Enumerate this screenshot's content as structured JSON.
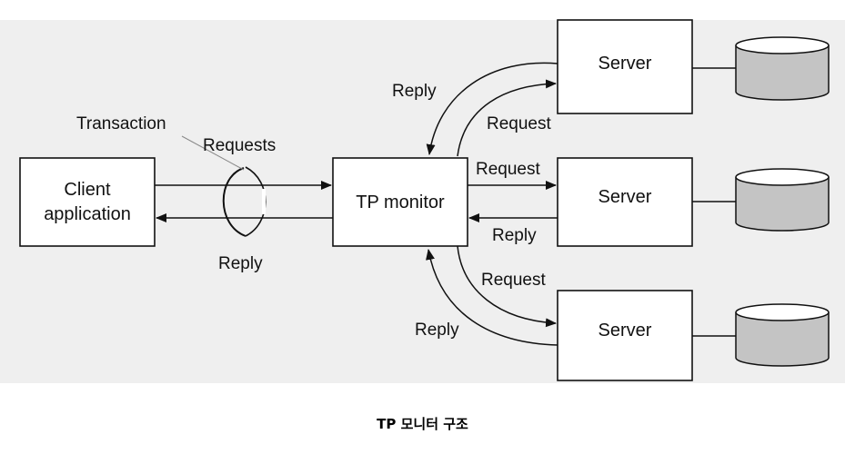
{
  "diagram": {
    "client_label_line1": "Client",
    "client_label_line2": "application",
    "monitor_label": "TP monitor",
    "server_label": "Server",
    "transaction_label": "Transaction",
    "requests_label": "Requests",
    "reply_label": "Reply",
    "request_label": "Request",
    "colors": {
      "database_fill": "#c4c4c4",
      "background": "#efefef",
      "stroke": "#111111"
    }
  },
  "caption": "TP 모니터 구조"
}
